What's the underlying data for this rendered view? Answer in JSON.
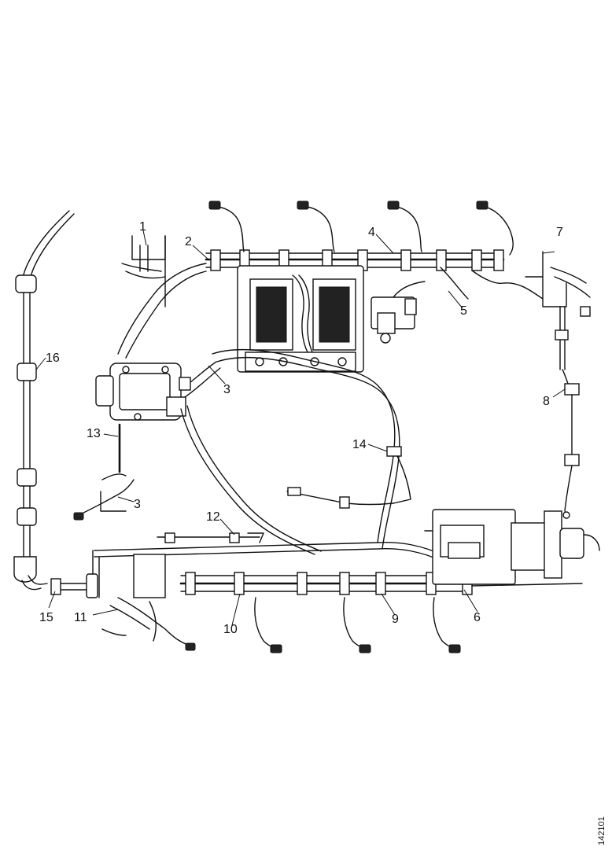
{
  "figure_id": "142101",
  "callouts": [
    {
      "id": "c1",
      "text": "1"
    },
    {
      "id": "c2",
      "text": "2"
    },
    {
      "id": "c3a",
      "text": "3"
    },
    {
      "id": "c3b",
      "text": "3"
    },
    {
      "id": "c4",
      "text": "4"
    },
    {
      "id": "c5",
      "text": "5"
    },
    {
      "id": "c6",
      "text": "6"
    },
    {
      "id": "c7",
      "text": "7"
    },
    {
      "id": "c8",
      "text": "8"
    },
    {
      "id": "c9",
      "text": "9"
    },
    {
      "id": "c10",
      "text": "10"
    },
    {
      "id": "c11",
      "text": "11"
    },
    {
      "id": "c12",
      "text": "12"
    },
    {
      "id": "c13",
      "text": "13"
    },
    {
      "id": "c14",
      "text": "14"
    },
    {
      "id": "c15",
      "text": "15"
    },
    {
      "id": "c16",
      "text": "16"
    }
  ]
}
